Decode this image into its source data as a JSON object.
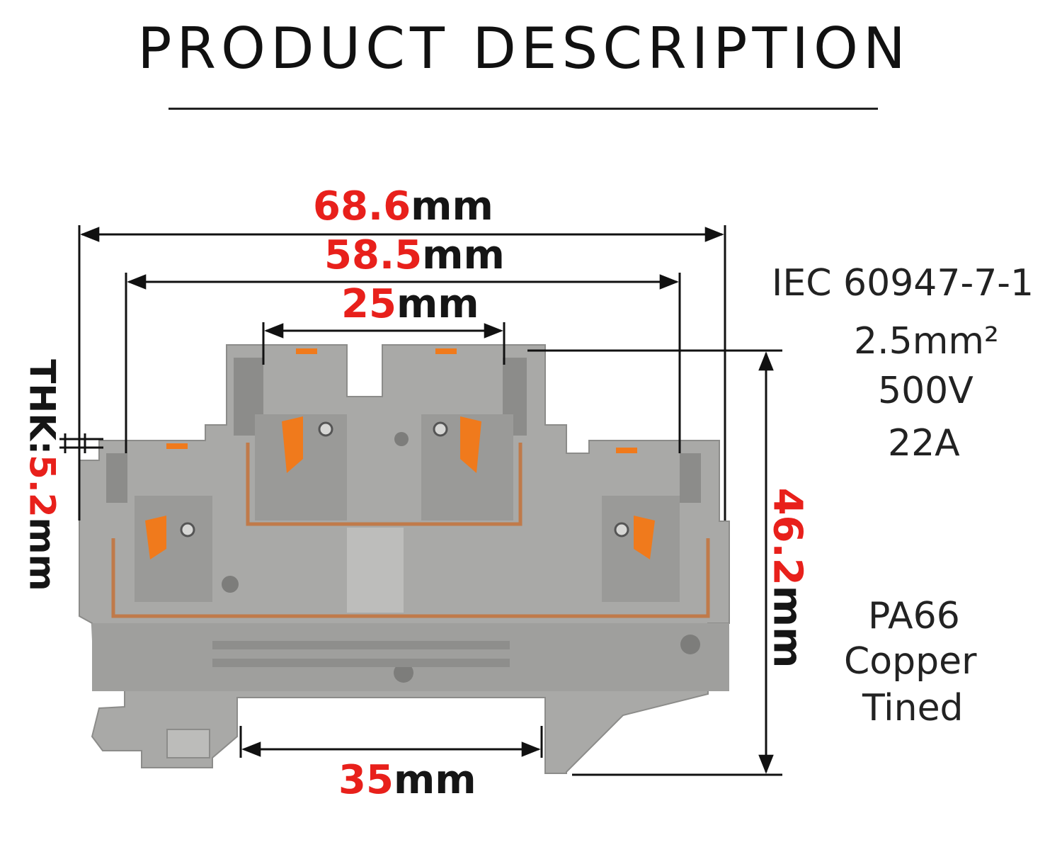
{
  "header": {
    "title": "PRODUCT DESCRIPTION"
  },
  "dimensions": {
    "overall_width": {
      "value": "68.6",
      "unit": "mm"
    },
    "inner_width": {
      "value": "58.5",
      "unit": "mm"
    },
    "top_pitch": {
      "value": "25",
      "unit": "mm"
    },
    "rail_width": {
      "value": "35",
      "unit": "mm"
    },
    "height": {
      "value": "46.2",
      "unit": "mm"
    },
    "thickness": {
      "prefix": "THK:",
      "value": "5.2",
      "unit": "mm"
    }
  },
  "specs": {
    "standard": "IEC 60947-7-1",
    "cross_section": "2.5mm²",
    "voltage": "500V",
    "current": "22A"
  },
  "materials": {
    "housing": "PA66",
    "conductor_line1": "Copper",
    "conductor_line2": "Tined"
  },
  "colors": {
    "accent_red": "#e8201b",
    "housing_gray": "#a9a9a7",
    "actuator_orange": "#f07a1c",
    "copper": "#c07a4a"
  }
}
